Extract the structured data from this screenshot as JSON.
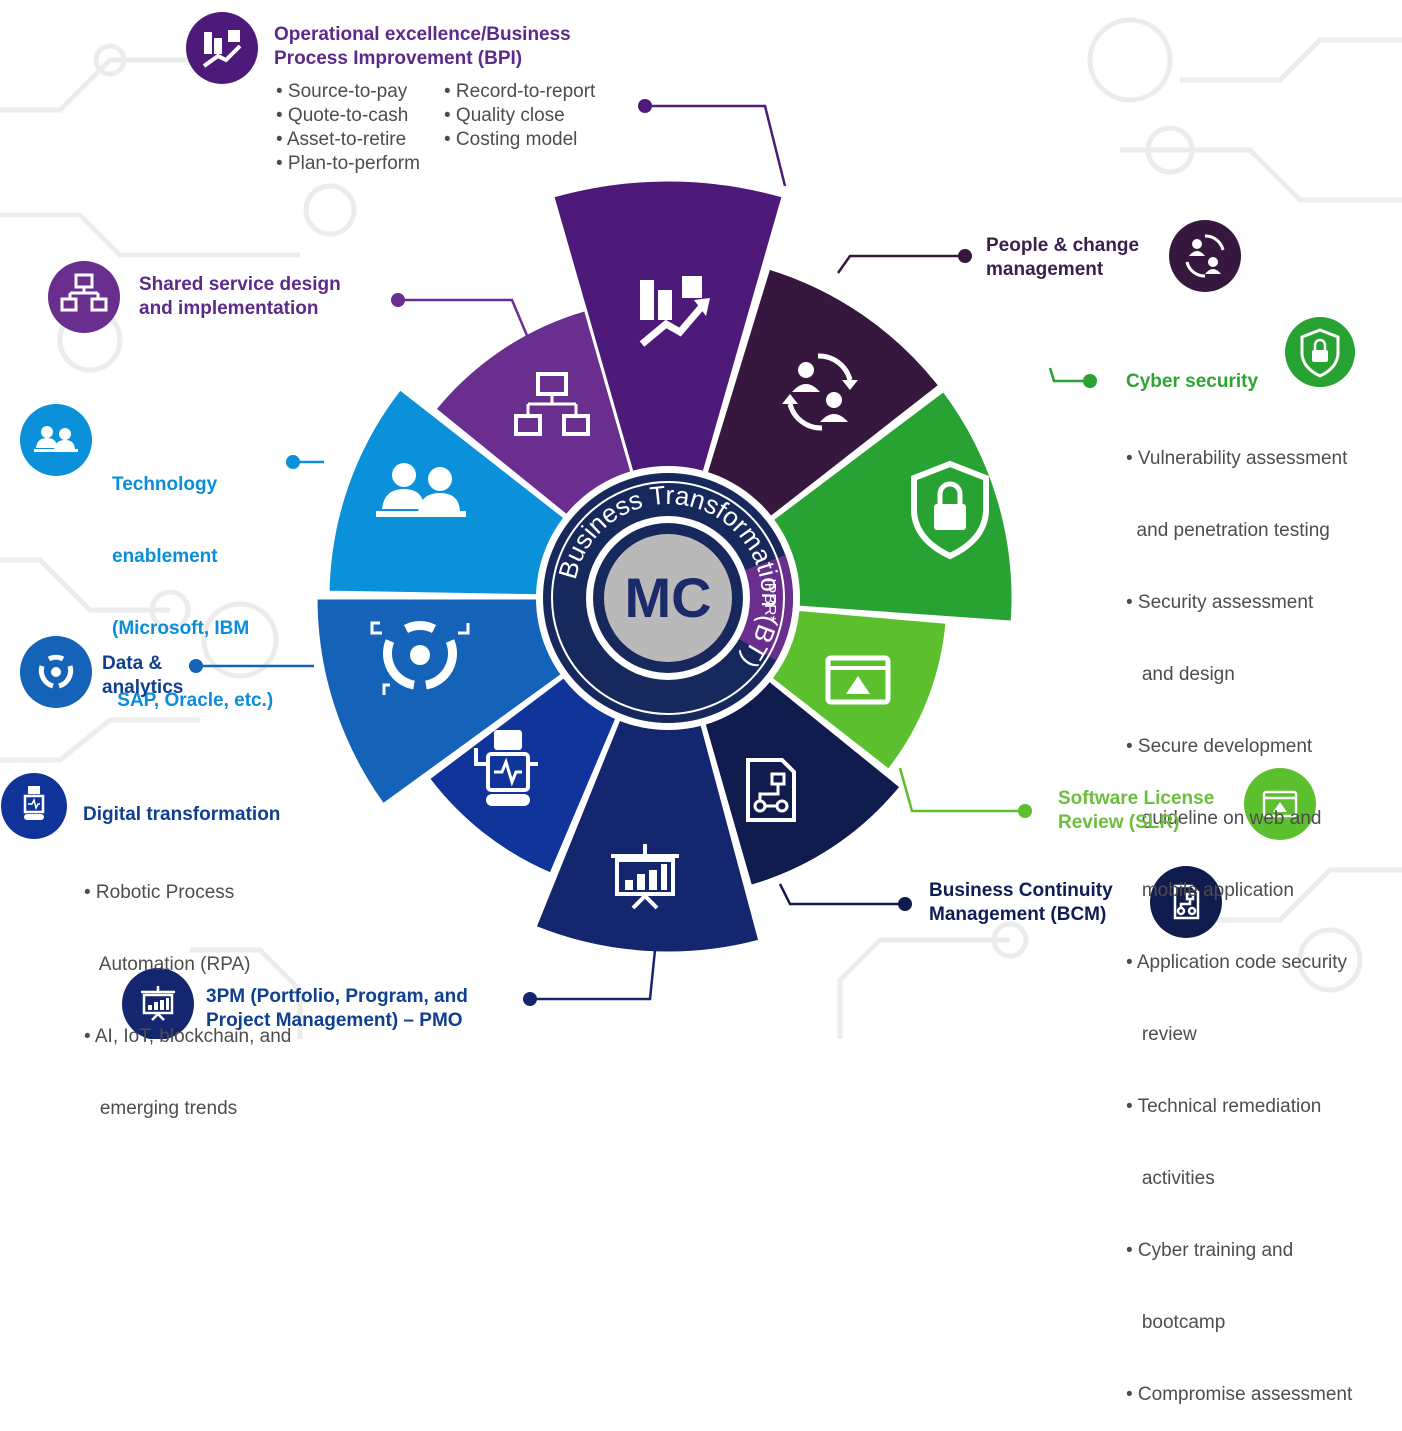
{
  "center": {
    "label": "MC",
    "ring_text": "Business Transformation (BT)",
    "small_segment_text": "IPBR*"
  },
  "colors": {
    "bpi": "#4d1a79",
    "people": "#36183e",
    "cyber": "#27a233",
    "slr": "#5cbf2e",
    "bcm": "#0f1c4d",
    "pmo": "#14266e",
    "digital": "#11349a",
    "data": "#1463b8",
    "tech": "#0a91d9",
    "shared": "#6a2e8f",
    "ring": "#17295c",
    "center": "#b9b9b9"
  },
  "segments": [
    {
      "id": "bpi",
      "icon": "chart-growth-icon"
    },
    {
      "id": "people",
      "icon": "people-cycle-icon"
    },
    {
      "id": "cyber",
      "icon": "shield-lock-icon"
    },
    {
      "id": "slr",
      "icon": "browser-warning-icon"
    },
    {
      "id": "bcm",
      "icon": "document-flow-icon"
    },
    {
      "id": "pmo",
      "icon": "presentation-chart-icon"
    },
    {
      "id": "digital",
      "icon": "robot-icon"
    },
    {
      "id": "data",
      "icon": "data-analytics-icon"
    },
    {
      "id": "tech",
      "icon": "users-laptop-icon"
    },
    {
      "id": "shared",
      "icon": "network-computers-icon"
    }
  ],
  "callouts": {
    "bpi": {
      "title_1": "Operational excellence/Business",
      "title_2": "Process Improvement (BPI)",
      "bullets_col1": [
        "• Source-to-pay",
        "• Quote-to-cash",
        "• Asset-to-retire",
        "• Plan-to-perform"
      ],
      "bullets_col2": [
        "• Record-to-report",
        "•  Quality close",
        "•  Costing model"
      ]
    },
    "people": {
      "title_1": "People & change",
      "title_2": "management"
    },
    "shared": {
      "title_1": "Shared service design",
      "title_2": "and implementation"
    },
    "tech": {
      "title_1": "Technology",
      "title_2": "enablement",
      "title_3": "(Microsoft, IBM",
      "title_4": " SAP, Oracle, etc.)"
    },
    "cyber": {
      "title": "Cyber security",
      "bullets": [
        "• Vulnerability assessment",
        "  and penetration testing",
        "• Security assessment",
        "   and design",
        "• Secure development",
        "   guideline on web and",
        "   mobile application",
        "• Application code security",
        "   review",
        "• Technical remediation",
        "   activities",
        "• Cyber training and",
        "   bootcamp",
        "• Compromise assessment"
      ]
    },
    "data": {
      "title_1": "Data &",
      "title_2": "analytics"
    },
    "digital": {
      "title": "Digital transformation",
      "bullets": [
        "• Robotic Process",
        "   Automation (RPA)",
        "• AI, IoT, blockchain, and",
        "   emerging trends"
      ]
    },
    "slr": {
      "title_1": "Software License",
      "title_2": "Review (SLR)"
    },
    "bcm": {
      "title_1": "Business Continuity",
      "title_2": "Management (BCM)"
    },
    "pmo": {
      "title_1": "3PM (Portfolio, Program, and",
      "title_2": "Project Management) – PMO"
    }
  }
}
